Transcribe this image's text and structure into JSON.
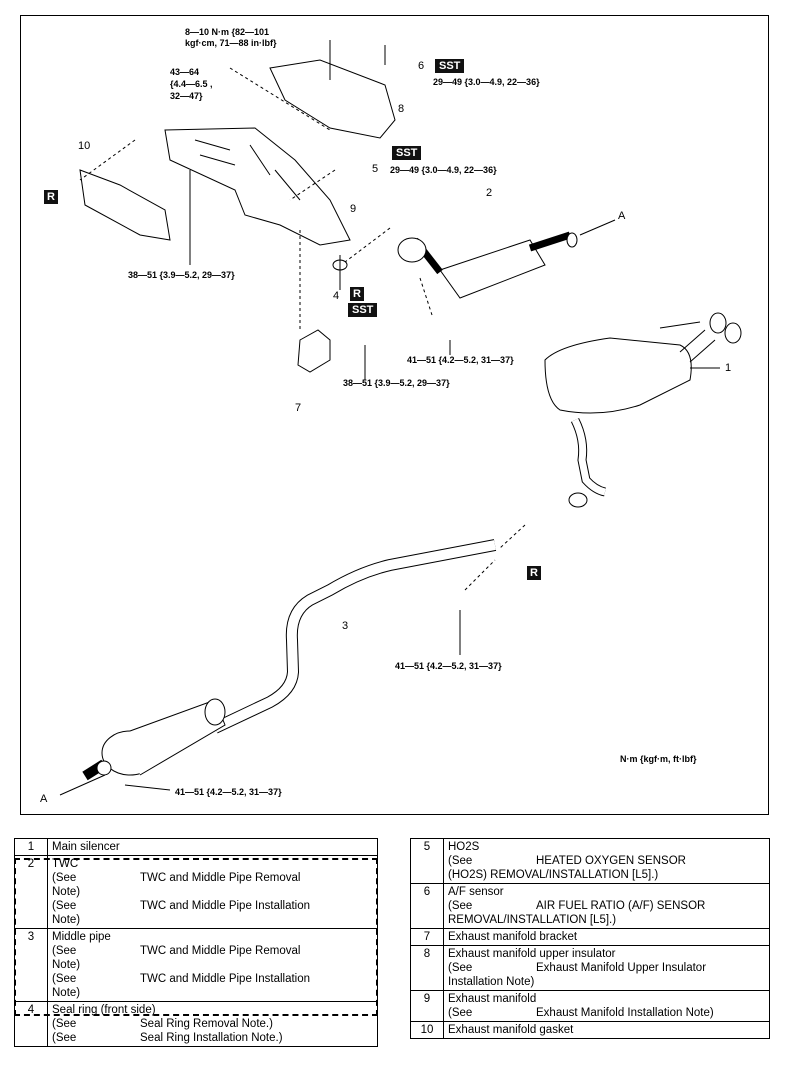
{
  "diagram": {
    "callouts": {
      "c_top": "8—10 N·m {82—101",
      "c_top2": "kgf·cm, 71—88 in·lbf}",
      "c_left1": "43—64",
      "c_left2": "{4.4—6.5 ,",
      "c_left3": "32—47}",
      "c_sst6": "29—49 {3.0—4.9, 22—36}",
      "c_sst5": "29—49 {3.0—4.9, 22—36}",
      "c_bolt10": "38—51 {3.9—5.2, 29—37}",
      "c_nut2": "41—51 {4.2—5.2, 31—37}",
      "c_bolt7": "38—51 {3.9—5.2, 29—37}",
      "c_nut3": "41—51 {4.2—5.2, 31—37}",
      "c_nutA": "41—51 {4.2—5.2, 31—37}",
      "unit": "N·m {kgf·m, ft·lbf}"
    },
    "labels": {
      "n1": "1",
      "n2": "2",
      "n3": "3",
      "n4": "4",
      "n5": "5",
      "n6": "6",
      "n7": "7",
      "n8": "8",
      "n9": "9",
      "n10": "10",
      "a1": "A",
      "a2": "A"
    },
    "badges": {
      "sst": "SST",
      "r": "R"
    }
  },
  "legend_left": [
    {
      "num": "1",
      "name": "Main silencer",
      "notes": []
    },
    {
      "num": "2",
      "name": "TWC",
      "notes": [
        {
          "a": "(See",
          "b": "TWC and Middle Pipe Removal",
          "c": "Note)"
        },
        {
          "a": "(See",
          "b": "TWC and Middle Pipe Installation",
          "c": "Note)"
        }
      ]
    },
    {
      "num": "3",
      "name": "Middle pipe",
      "notes": [
        {
          "a": "(See",
          "b": "TWC and Middle Pipe Removal",
          "c": "Note)"
        },
        {
          "a": "(See",
          "b": "TWC and Middle Pipe Installation",
          "c": "Note)"
        }
      ]
    },
    {
      "num": "4",
      "name": "Seal ring (front side)",
      "notes": [
        {
          "a": "(See",
          "b": "Seal Ring Removal Note.)",
          "c": ""
        },
        {
          "a": "(See",
          "b": "Seal Ring Installation Note.)",
          "c": ""
        }
      ]
    }
  ],
  "legend_right": [
    {
      "num": "5",
      "name": "HO2S",
      "notes": [
        {
          "a": "(See",
          "b": "HEATED OXYGEN SENSOR",
          "c": "(HO2S) REMOVAL/INSTALLATION [L5].)"
        }
      ]
    },
    {
      "num": "6",
      "name": "A/F sensor",
      "notes": [
        {
          "a": "(See",
          "b": "AIR FUEL RATIO (A/F) SENSOR",
          "c": "REMOVAL/INSTALLATION [L5].)"
        }
      ]
    },
    {
      "num": "7",
      "name": "Exhaust manifold bracket",
      "notes": []
    },
    {
      "num": "8",
      "name": "Exhaust manifold upper insulator",
      "notes": [
        {
          "a": "(See",
          "b": "Exhaust Manifold Upper Insulator",
          "c": "Installation Note)"
        }
      ]
    },
    {
      "num": "9",
      "name": "Exhaust manifold",
      "notes": [
        {
          "a": "(See",
          "b": "Exhaust Manifold Installation Note)",
          "c": ""
        }
      ]
    },
    {
      "num": "10",
      "name": "Exhaust manifold gasket",
      "notes": []
    }
  ]
}
